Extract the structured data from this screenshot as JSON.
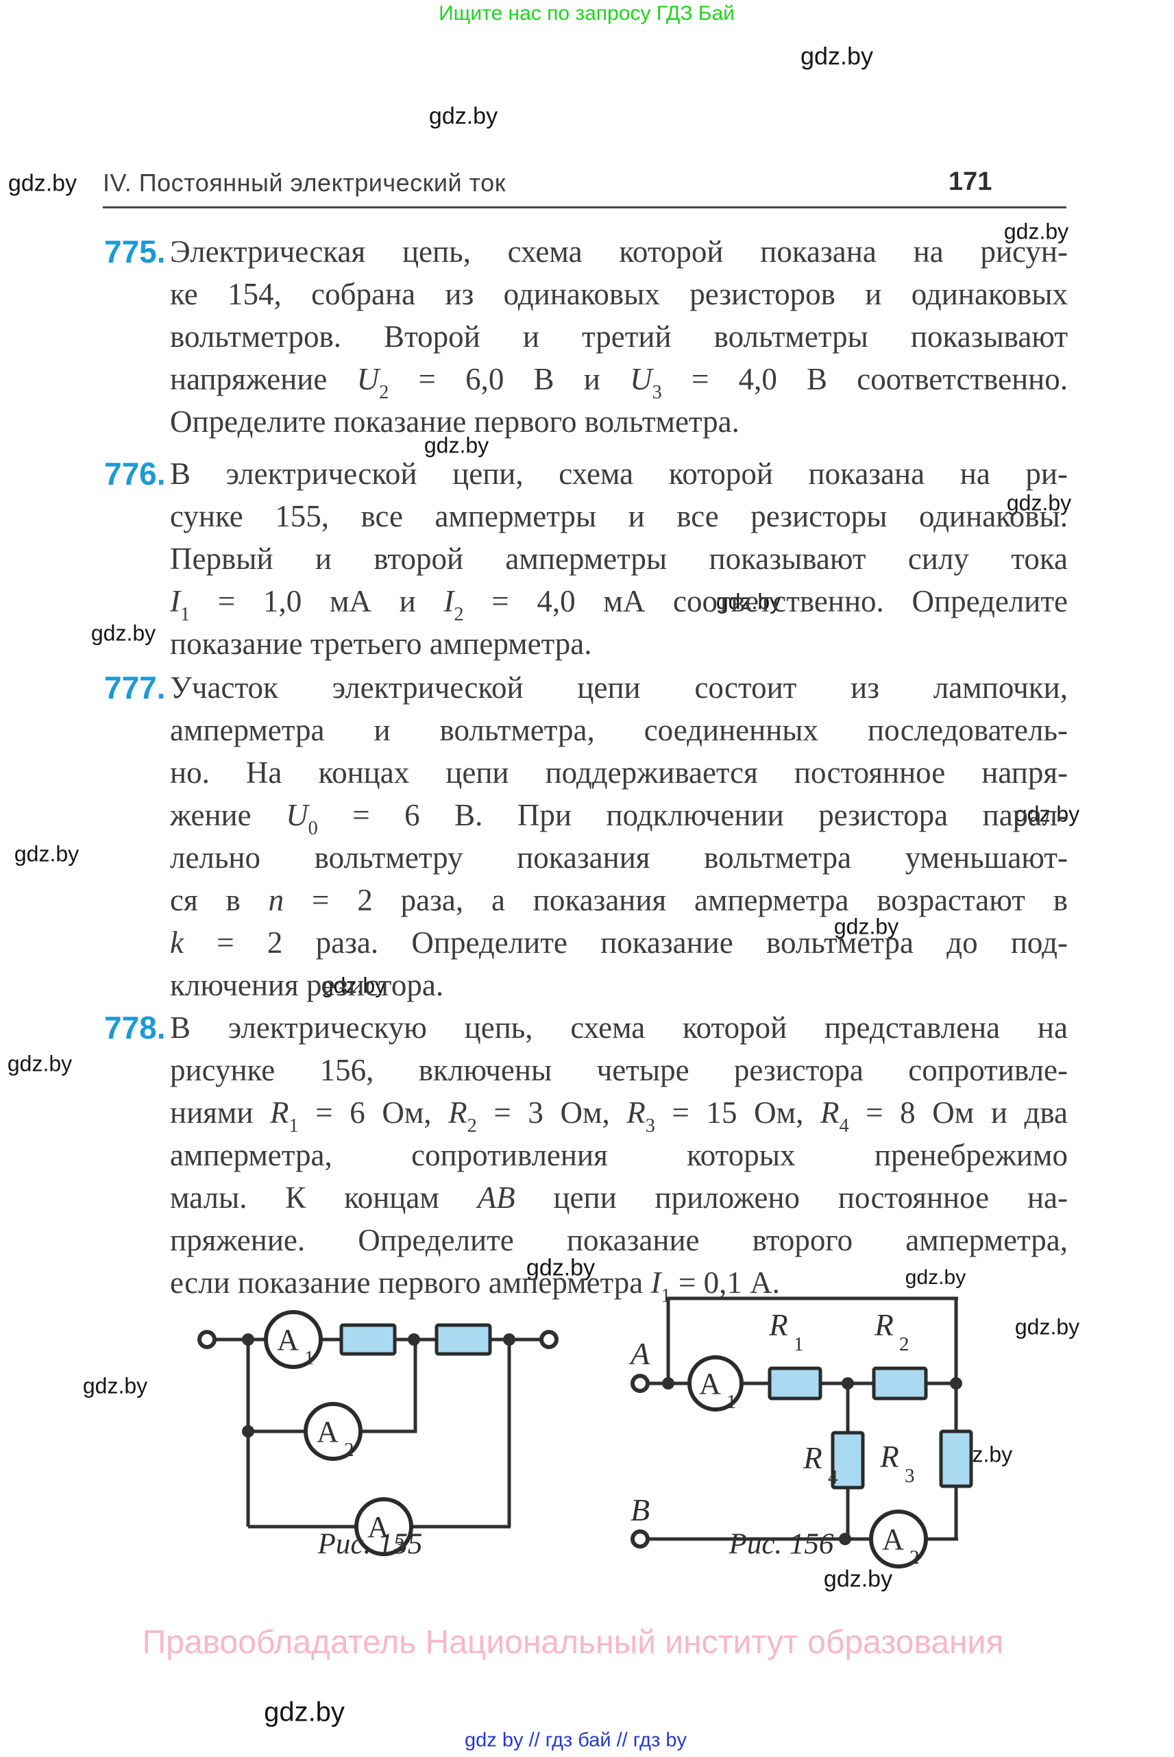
{
  "banner": {
    "text": "Ищите нас по запросу ГДЗ Бай",
    "color": "#1dd41d"
  },
  "watermark": {
    "text": "gdz.by"
  },
  "header": {
    "chapter": "IV. Постоянный электрический ток",
    "page_number": "171"
  },
  "problems": [
    {
      "number": "775.",
      "lines": [
        "Электрическая цепь, схема которой показана на рисун-",
        "ке 154, собрана из одинаковых резисторов и одинаковых",
        "вольтметров. Второй и третий вольтметры показывают",
        "напряжение <i>U</i><sub>2</sub> = 6,0 В и <i>U</i><sub>3</sub> = 4,0 В соответственно.",
        "Определите показание первого вольтметра."
      ]
    },
    {
      "number": "776.",
      "lines": [
        "В электрической цепи, схема которой показана на ри-",
        "сунке 155, все амперметры и все резисторы одинаковы.",
        "Первый и второй амперметры показывают силу тока",
        "<i>I</i><sub>1</sub> = 1,0 мА и <i>I</i><sub>2</sub> = 4,0 мА соответственно. Определите",
        "показание третьего амперметра."
      ]
    },
    {
      "number": "777.",
      "lines": [
        "Участок электрической цепи состоит из лампочки,",
        "амперметра и вольтметра, соединенных последователь-",
        "но. На концах цепи поддерживается постоянное напря-",
        "жение <i>U</i><sub>0</sub> = 6 В. При подключении резистора парал-",
        "лельно вольтметру показания вольтметра уменьшают-",
        "ся в <i>n</i> = 2 раза, а показания амперметра возрастают в",
        "<i>k</i> = 2 раза. Определите показание вольтметра до под-",
        "ключения резистора."
      ]
    },
    {
      "number": "778.",
      "lines": [
        "В электрическую цепь, схема которой представлена на",
        "рисунке 156, включены четыре резистора сопротивле-",
        "ниями <i>R</i><sub>1</sub> = 6 Ом, <i>R</i><sub>2</sub> = 3 Ом, <i>R</i><sub>3</sub> = 15 Ом, <i>R</i><sub>4</sub> = 8 Ом и два",
        "амперметра, сопротивления которых пренебрежимо",
        "малы. К концам <i>AB</i> цепи приложено постоянное на-",
        "пряжение. Определите показание второго амперметра,",
        "если показание первого амперметра <i>I</i><sub>1</sub> = 0,1 А."
      ]
    }
  ],
  "figures": [
    {
      "caption": "Рис. 155",
      "ammeters": [
        {
          "base": "A",
          "sub": "1"
        },
        {
          "base": "A",
          "sub": "2"
        },
        {
          "base": "A",
          "sub": "3"
        }
      ],
      "resistor_color": "#aadaf2"
    },
    {
      "caption": "Рис. 156",
      "node_labels": {
        "a": "A",
        "b": "B"
      },
      "ammeters": [
        {
          "base": "A",
          "sub": "1"
        },
        {
          "base": "A",
          "sub": "2"
        }
      ],
      "resistors": [
        {
          "base": "R",
          "sub": "1"
        },
        {
          "base": "R",
          "sub": "2"
        },
        {
          "base": "R",
          "sub": "3"
        },
        {
          "base": "R",
          "sub": "4"
        }
      ],
      "resistor_color": "#aadaf2"
    }
  ],
  "footer": {
    "copyright": "Правообладатель Национальный институт образования",
    "links": "gdz by  //  гдз бай  //  гдз by"
  },
  "colors": {
    "problem_number": "#1c9ad6",
    "body_text": "#3c3c3c",
    "banner_green": "#1dd41d",
    "copyright_pink": "#f8b7c8",
    "link_blue": "#2438d2",
    "wire": "#303030",
    "resistor_fill": "#aadaf2"
  }
}
